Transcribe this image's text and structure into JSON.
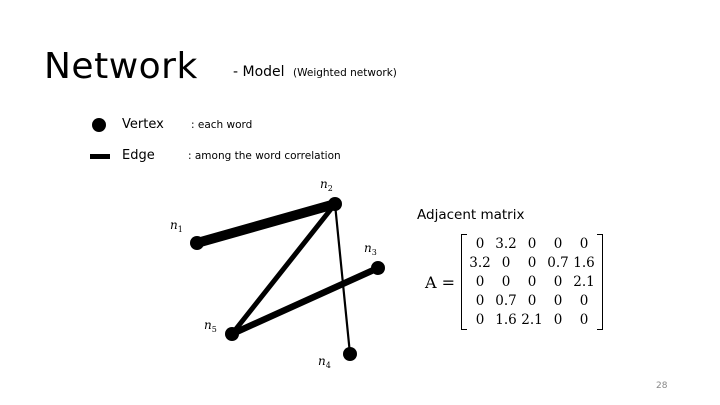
{
  "slide": {
    "title": "Network",
    "subtitle": "- Model",
    "subtitle_note": "(Weighted network)",
    "page_number": "28"
  },
  "legend": {
    "vertex": {
      "label": "Vertex",
      "description": ": each word",
      "icon": "filled-circle"
    },
    "edge": {
      "label": "Edge",
      "description": ": among the word correlation",
      "icon": "thick-line"
    }
  },
  "graph": {
    "nodes": [
      {
        "id": "n1",
        "label": "n",
        "sub": "1"
      },
      {
        "id": "n2",
        "label": "n",
        "sub": "2"
      },
      {
        "id": "n3",
        "label": "n",
        "sub": "3"
      },
      {
        "id": "n4",
        "label": "n",
        "sub": "4"
      },
      {
        "id": "n5",
        "label": "n",
        "sub": "5"
      }
    ],
    "edges": [
      {
        "from": "n1",
        "to": "n2",
        "weight": 3.2
      },
      {
        "from": "n2",
        "to": "n4",
        "weight": 0.7
      },
      {
        "from": "n2",
        "to": "n5",
        "weight": 1.6
      },
      {
        "from": "n5",
        "to": "n3",
        "weight": 2.1
      }
    ]
  },
  "matrix": {
    "title": "Adjacent matrix",
    "lhs": "A =",
    "rows": [
      [
        "0",
        "3.2",
        "0",
        "0",
        "0"
      ],
      [
        "3.2",
        "0",
        "0",
        "0.7",
        "1.6"
      ],
      [
        "0",
        "0",
        "0",
        "0",
        "2.1"
      ],
      [
        "0",
        "0.7",
        "0",
        "0",
        "0"
      ],
      [
        "0",
        "1.6",
        "2.1",
        "0",
        "0"
      ]
    ]
  }
}
